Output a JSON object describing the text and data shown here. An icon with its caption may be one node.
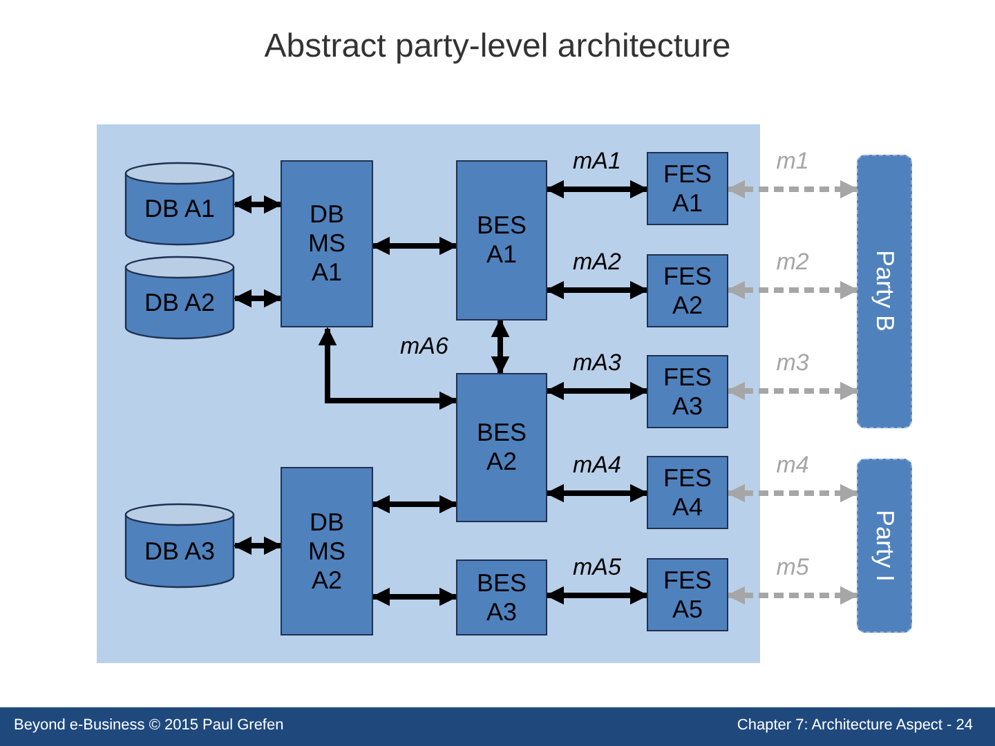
{
  "diagram": {
    "title": "Abstract party-level architecture",
    "nodes": [
      {
        "text": [
          "DB A1"
        ]
      },
      {
        "text": [
          "DB A2"
        ]
      },
      {
        "text": [
          "DB A3"
        ]
      },
      {
        "text": [
          "DB MS A1"
        ]
      },
      {
        "text": [
          "DB MS A2"
        ]
      },
      {
        "text": [
          "BES A1"
        ]
      },
      {
        "text": [
          "BES A2"
        ]
      },
      {
        "text": [
          "BES A3"
        ]
      },
      {
        "text": [
          "FES A1"
        ]
      },
      {
        "text": [
          "FES A2"
        ]
      },
      {
        "text": [
          "FES A3"
        ]
      },
      {
        "text": [
          "FES A4"
        ]
      },
      {
        "text": [
          "FES A5"
        ]
      },
      {
        "text": [
          "Party B"
        ]
      },
      {
        "text": [
          "Party I"
        ]
      }
    ],
    "edges": [
      {
        "from": 0,
        "to": 3,
        "arrow": "both"
      },
      {
        "from": 1,
        "to": 3,
        "arrow": "both"
      },
      {
        "from": 2,
        "to": 4,
        "arrow": "both"
      },
      {
        "from": 3,
        "to": 5,
        "arrow": "both"
      },
      {
        "from": 3,
        "to": 6,
        "arrow": "both"
      },
      {
        "from": 5,
        "to": 6,
        "arrow": "both",
        "label": "mA6"
      },
      {
        "from": 4,
        "to": 6,
        "arrow": "both"
      },
      {
        "from": 4,
        "to": 7,
        "arrow": "both"
      },
      {
        "from": 5,
        "to": 8,
        "arrow": "both",
        "label": "mA1"
      },
      {
        "from": 5,
        "to": 9,
        "arrow": "both",
        "label": "mA2"
      },
      {
        "from": 6,
        "to": 10,
        "arrow": "both",
        "label": "mA3"
      },
      {
        "from": 6,
        "to": 11,
        "arrow": "both",
        "label": "mA4"
      },
      {
        "from": 7,
        "to": 12,
        "arrow": "both",
        "label": "mA5"
      },
      {
        "from": 8,
        "to": 13,
        "arrow": "both",
        "label": "m1",
        "style": "dashed",
        "color": "#a6a6a6"
      },
      {
        "from": 9,
        "to": 13,
        "arrow": "both",
        "label": "m2",
        "style": "dashed",
        "color": "#a6a6a6"
      },
      {
        "from": 10,
        "to": 13,
        "arrow": "both",
        "label": "m3",
        "style": "dashed",
        "color": "#a6a6a6"
      },
      {
        "from": 11,
        "to": 14,
        "arrow": "both",
        "label": "m4",
        "style": "dashed",
        "color": "#a6a6a6"
      },
      {
        "from": 12,
        "to": 14,
        "arrow": "both",
        "label": "m5",
        "style": "dashed",
        "color": "#a6a6a6"
      }
    ],
    "labels": [
      "Beyond e-Business © 2015 Paul Grefen",
      "Chapter 7: Architecture Aspect - 24"
    ]
  }
}
